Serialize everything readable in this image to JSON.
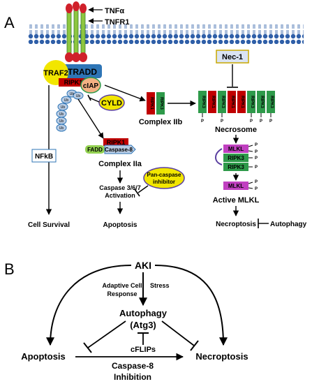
{
  "panelA": {
    "panel_label": "A",
    "ligand": "TNFα",
    "receptor": "TNFR1",
    "traf2": "TRAF2",
    "tradd": "TRADD",
    "ripk1": "RIPK1",
    "ciap": "cIAP",
    "cyld": "CYLD",
    "ub": "Ub",
    "nfkb": "NFkB",
    "cell_survival": "Cell Survival",
    "fadd": "FADD",
    "caspase8": "Caspase-8",
    "complex_iia": "Complex IIa",
    "pan_caspase_1": "Pan-caspase",
    "pan_caspase_2": "inhibitor",
    "casp_activation_1": "Caspase 3/6/7",
    "casp_activation_2": "Activation",
    "apoptosis": "Apoptosis",
    "ripk3": "RIPK3",
    "complex_iib": "Complex IIb",
    "nec1": "Nec-1",
    "necrosome": "Necrosome",
    "p": "P",
    "mlkl": "MLKL",
    "active_mlkl": "Active MLKL",
    "necroptosis": "Necroptosis",
    "autophagy": "Autophagy"
  },
  "panelB": {
    "panel_label": "B",
    "aki": "AKI",
    "adaptive_1": "Adaptive Cell",
    "adaptive_2": "Response",
    "stress": "Stress",
    "autophagy_1": "Autophagy",
    "autophagy_2": "(Atg3)",
    "cflips": "cFLIPs",
    "apoptosis": "Apoptosis",
    "necroptosis": "Necroptosis",
    "caspase_1": "Caspase-8",
    "caspase_2": "Inhibition"
  },
  "colors": {
    "membrane": "#2f5fa8",
    "receptor_green": "#8dc63f",
    "receptor_red": "#d0202a",
    "tradd_blue": "#2e75b6",
    "traf2_yellow": "#f2e600",
    "ripk1_red": "#c00000",
    "ripk3_green": "#2e9a4a",
    "ciap_orange": "#f4b183",
    "mlkl_purple": "#c040c0",
    "caspase_blue": "#b8cce4",
    "fadd_green": "#92d050",
    "nec1_fill": "#dae3f3"
  }
}
